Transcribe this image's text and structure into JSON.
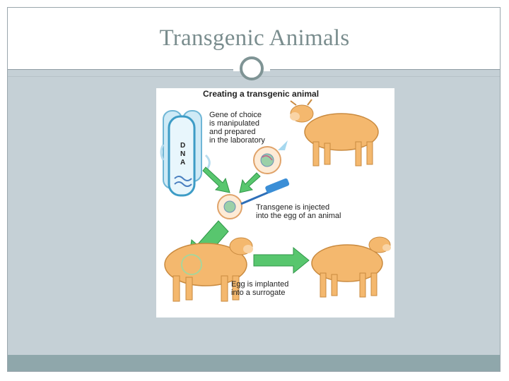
{
  "slide": {
    "title": "Transgenic Animals"
  },
  "figure": {
    "heading": "Creating a transgenic animal",
    "dna_letters": [
      "D",
      "N",
      "A"
    ],
    "step1": [
      "Gene of choice",
      "is manipulated",
      "and prepared",
      "in the laboratory"
    ],
    "step2": [
      "Transgene is injected",
      "into the egg of an animal"
    ],
    "step3": [
      "Egg is implanted",
      "into a surrogate"
    ]
  },
  "colors": {
    "title": "#7a8d8e",
    "background": "#c5d0d6",
    "footer": "#8fa7ab",
    "cow": "#f2b46a",
    "arrow": "#4fc46a",
    "tube": "#7fc9e8"
  }
}
